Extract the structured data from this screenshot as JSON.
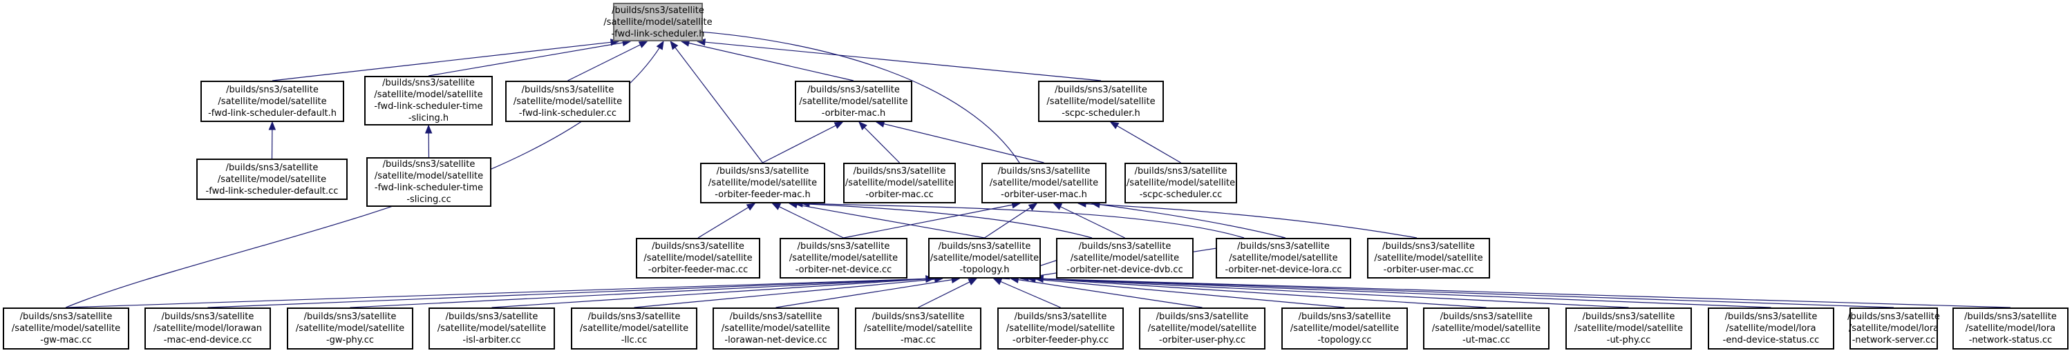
{
  "graph": {
    "edge_color": "#191970",
    "root_fill": "#bfbfbf",
    "node_fill": "#ffffff",
    "nodes": [
      {
        "id": "fwd_link_scheduler_h",
        "root": true,
        "lines": [
          "/builds/sns3/satellite",
          "/satellite/model/satellite",
          "-fwd-link-scheduler.h"
        ]
      },
      {
        "id": "fwd_link_scheduler_default_h",
        "lines": [
          "/builds/sns3/satellite",
          "/satellite/model/satellite",
          "-fwd-link-scheduler-default.h"
        ]
      },
      {
        "id": "fwd_link_scheduler_time_slicing_h",
        "lines": [
          "/builds/sns3/satellite",
          "/satellite/model/satellite",
          "-fwd-link-scheduler-time",
          "-slicing.h"
        ]
      },
      {
        "id": "fwd_link_scheduler_cc",
        "lines": [
          "/builds/sns3/satellite",
          "/satellite/model/satellite",
          "-fwd-link-scheduler.cc"
        ]
      },
      {
        "id": "orbiter_mac_h",
        "lines": [
          "/builds/sns3/satellite",
          "/satellite/model/satellite",
          "-orbiter-mac.h"
        ]
      },
      {
        "id": "scpc_scheduler_h",
        "lines": [
          "/builds/sns3/satellite",
          "/satellite/model/satellite",
          "-scpc-scheduler.h"
        ]
      },
      {
        "id": "fwd_link_scheduler_default_cc",
        "lines": [
          "/builds/sns3/satellite",
          "/satellite/model/satellite",
          "-fwd-link-scheduler-default.cc"
        ]
      },
      {
        "id": "fwd_link_scheduler_time_slicing_cc",
        "lines": [
          "/builds/sns3/satellite",
          "/satellite/model/satellite",
          "-fwd-link-scheduler-time",
          "-slicing.cc"
        ]
      },
      {
        "id": "orbiter_feeder_mac_h",
        "lines": [
          "/builds/sns3/satellite",
          "/satellite/model/satellite",
          "-orbiter-feeder-mac.h"
        ]
      },
      {
        "id": "orbiter_mac_cc",
        "lines": [
          "/builds/sns3/satellite",
          "/satellite/model/satellite",
          "-orbiter-mac.cc"
        ]
      },
      {
        "id": "orbiter_user_mac_h",
        "lines": [
          "/builds/sns3/satellite",
          "/satellite/model/satellite",
          "-orbiter-user-mac.h"
        ]
      },
      {
        "id": "scpc_scheduler_cc",
        "lines": [
          "/builds/sns3/satellite",
          "/satellite/model/satellite",
          "-scpc-scheduler.cc"
        ]
      },
      {
        "id": "orbiter_feeder_mac_cc",
        "lines": [
          "/builds/sns3/satellite",
          "/satellite/model/satellite",
          "-orbiter-feeder-mac.cc"
        ]
      },
      {
        "id": "orbiter_net_device_cc",
        "lines": [
          "/builds/sns3/satellite",
          "/satellite/model/satellite",
          "-orbiter-net-device.cc"
        ]
      },
      {
        "id": "topology_h",
        "lines": [
          "/builds/sns3/satellite",
          "/satellite/model/satellite",
          "-topology.h"
        ]
      },
      {
        "id": "orbiter_net_device_dvb_cc",
        "lines": [
          "/builds/sns3/satellite",
          "/satellite/model/satellite",
          "-orbiter-net-device-dvb.cc"
        ]
      },
      {
        "id": "orbiter_net_device_lora_cc",
        "lines": [
          "/builds/sns3/satellite",
          "/satellite/model/satellite",
          "-orbiter-net-device-lora.cc"
        ]
      },
      {
        "id": "orbiter_user_mac_cc",
        "lines": [
          "/builds/sns3/satellite",
          "/satellite/model/satellite",
          "-orbiter-user-mac.cc"
        ]
      },
      {
        "id": "gw_mac_cc",
        "lines": [
          "/builds/sns3/satellite",
          "/satellite/model/satellite",
          "-gw-mac.cc"
        ]
      },
      {
        "id": "lorawan_mac_end_device_cc",
        "lines": [
          "/builds/sns3/satellite",
          "/satellite/model/lorawan",
          "-mac-end-device.cc"
        ]
      },
      {
        "id": "gw_phy_cc",
        "lines": [
          "/builds/sns3/satellite",
          "/satellite/model/satellite",
          "-gw-phy.cc"
        ]
      },
      {
        "id": "isl_arbiter_cc",
        "lines": [
          "/builds/sns3/satellite",
          "/satellite/model/satellite",
          "-isl-arbiter.cc"
        ]
      },
      {
        "id": "llc_cc",
        "lines": [
          "/builds/sns3/satellite",
          "/satellite/model/satellite",
          "-llc.cc"
        ]
      },
      {
        "id": "lorawan_net_device_cc",
        "lines": [
          "/builds/sns3/satellite",
          "/satellite/model/satellite",
          "-lorawan-net-device.cc"
        ]
      },
      {
        "id": "mac_cc",
        "lines": [
          "/builds/sns3/satellite",
          "/satellite/model/satellite",
          "-mac.cc"
        ]
      },
      {
        "id": "orbiter_feeder_phy_cc",
        "lines": [
          "/builds/sns3/satellite",
          "/satellite/model/satellite",
          "-orbiter-feeder-phy.cc"
        ]
      },
      {
        "id": "orbiter_user_phy_cc",
        "lines": [
          "/builds/sns3/satellite",
          "/satellite/model/satellite",
          "-orbiter-user-phy.cc"
        ]
      },
      {
        "id": "topology_cc",
        "lines": [
          "/builds/sns3/satellite",
          "/satellite/model/satellite",
          "-topology.cc"
        ]
      },
      {
        "id": "ut_mac_cc",
        "lines": [
          "/builds/sns3/satellite",
          "/satellite/model/satellite",
          "-ut-mac.cc"
        ]
      },
      {
        "id": "ut_phy_cc",
        "lines": [
          "/builds/sns3/satellite",
          "/satellite/model/satellite",
          "-ut-phy.cc"
        ]
      },
      {
        "id": "lora_end_device_status_cc",
        "lines": [
          "/builds/sns3/satellite",
          "/satellite/model/lora",
          "-end-device-status.cc"
        ]
      },
      {
        "id": "lora_network_server_cc",
        "lines": [
          "/builds/sns3/satellite",
          "/satellite/model/lora",
          "-network-server.cc"
        ]
      },
      {
        "id": "lora_network_status_cc",
        "lines": [
          "/builds/sns3/satellite",
          "/satellite/model/lora",
          "-network-status.cc"
        ]
      }
    ],
    "edges": [
      [
        "fwd_link_scheduler_default_h",
        "fwd_link_scheduler_h"
      ],
      [
        "fwd_link_scheduler_time_slicing_h",
        "fwd_link_scheduler_h"
      ],
      [
        "fwd_link_scheduler_cc",
        "fwd_link_scheduler_h"
      ],
      [
        "orbiter_mac_h",
        "fwd_link_scheduler_h"
      ],
      [
        "scpc_scheduler_h",
        "fwd_link_scheduler_h"
      ],
      [
        "orbiter_feeder_mac_h",
        "fwd_link_scheduler_h"
      ],
      [
        "orbiter_user_mac_h",
        "fwd_link_scheduler_h"
      ],
      [
        "gw_mac_cc",
        "fwd_link_scheduler_h"
      ],
      [
        "fwd_link_scheduler_default_cc",
        "fwd_link_scheduler_default_h"
      ],
      [
        "fwd_link_scheduler_time_slicing_cc",
        "fwd_link_scheduler_time_slicing_h"
      ],
      [
        "orbiter_feeder_mac_h",
        "orbiter_mac_h"
      ],
      [
        "orbiter_mac_cc",
        "orbiter_mac_h"
      ],
      [
        "orbiter_user_mac_h",
        "orbiter_mac_h"
      ],
      [
        "scpc_scheduler_cc",
        "scpc_scheduler_h"
      ],
      [
        "orbiter_feeder_mac_cc",
        "orbiter_feeder_mac_h"
      ],
      [
        "orbiter_net_device_cc",
        "orbiter_feeder_mac_h"
      ],
      [
        "orbiter_net_device_dvb_cc",
        "orbiter_feeder_mac_h"
      ],
      [
        "orbiter_net_device_lora_cc",
        "orbiter_feeder_mac_h"
      ],
      [
        "topology_h",
        "orbiter_feeder_mac_h"
      ],
      [
        "orbiter_net_device_cc",
        "orbiter_user_mac_h"
      ],
      [
        "topology_h",
        "orbiter_user_mac_h"
      ],
      [
        "orbiter_net_device_dvb_cc",
        "orbiter_user_mac_h"
      ],
      [
        "orbiter_net_device_lora_cc",
        "orbiter_user_mac_h"
      ],
      [
        "orbiter_user_mac_cc",
        "orbiter_user_mac_h"
      ],
      [
        "orbiter_net_device_dvb_cc",
        "topology_h"
      ],
      [
        "orbiter_net_device_lora_cc",
        "topology_h"
      ],
      [
        "gw_mac_cc",
        "topology_h"
      ],
      [
        "lorawan_mac_end_device_cc",
        "topology_h"
      ],
      [
        "gw_phy_cc",
        "topology_h"
      ],
      [
        "isl_arbiter_cc",
        "topology_h"
      ],
      [
        "llc_cc",
        "topology_h"
      ],
      [
        "lorawan_net_device_cc",
        "topology_h"
      ],
      [
        "mac_cc",
        "topology_h"
      ],
      [
        "orbiter_feeder_phy_cc",
        "topology_h"
      ],
      [
        "orbiter_user_phy_cc",
        "topology_h"
      ],
      [
        "topology_cc",
        "topology_h"
      ],
      [
        "ut_mac_cc",
        "topology_h"
      ],
      [
        "ut_phy_cc",
        "topology_h"
      ],
      [
        "lora_end_device_status_cc",
        "topology_h"
      ],
      [
        "lora_network_server_cc",
        "topology_h"
      ],
      [
        "lora_network_status_cc",
        "topology_h"
      ]
    ]
  }
}
